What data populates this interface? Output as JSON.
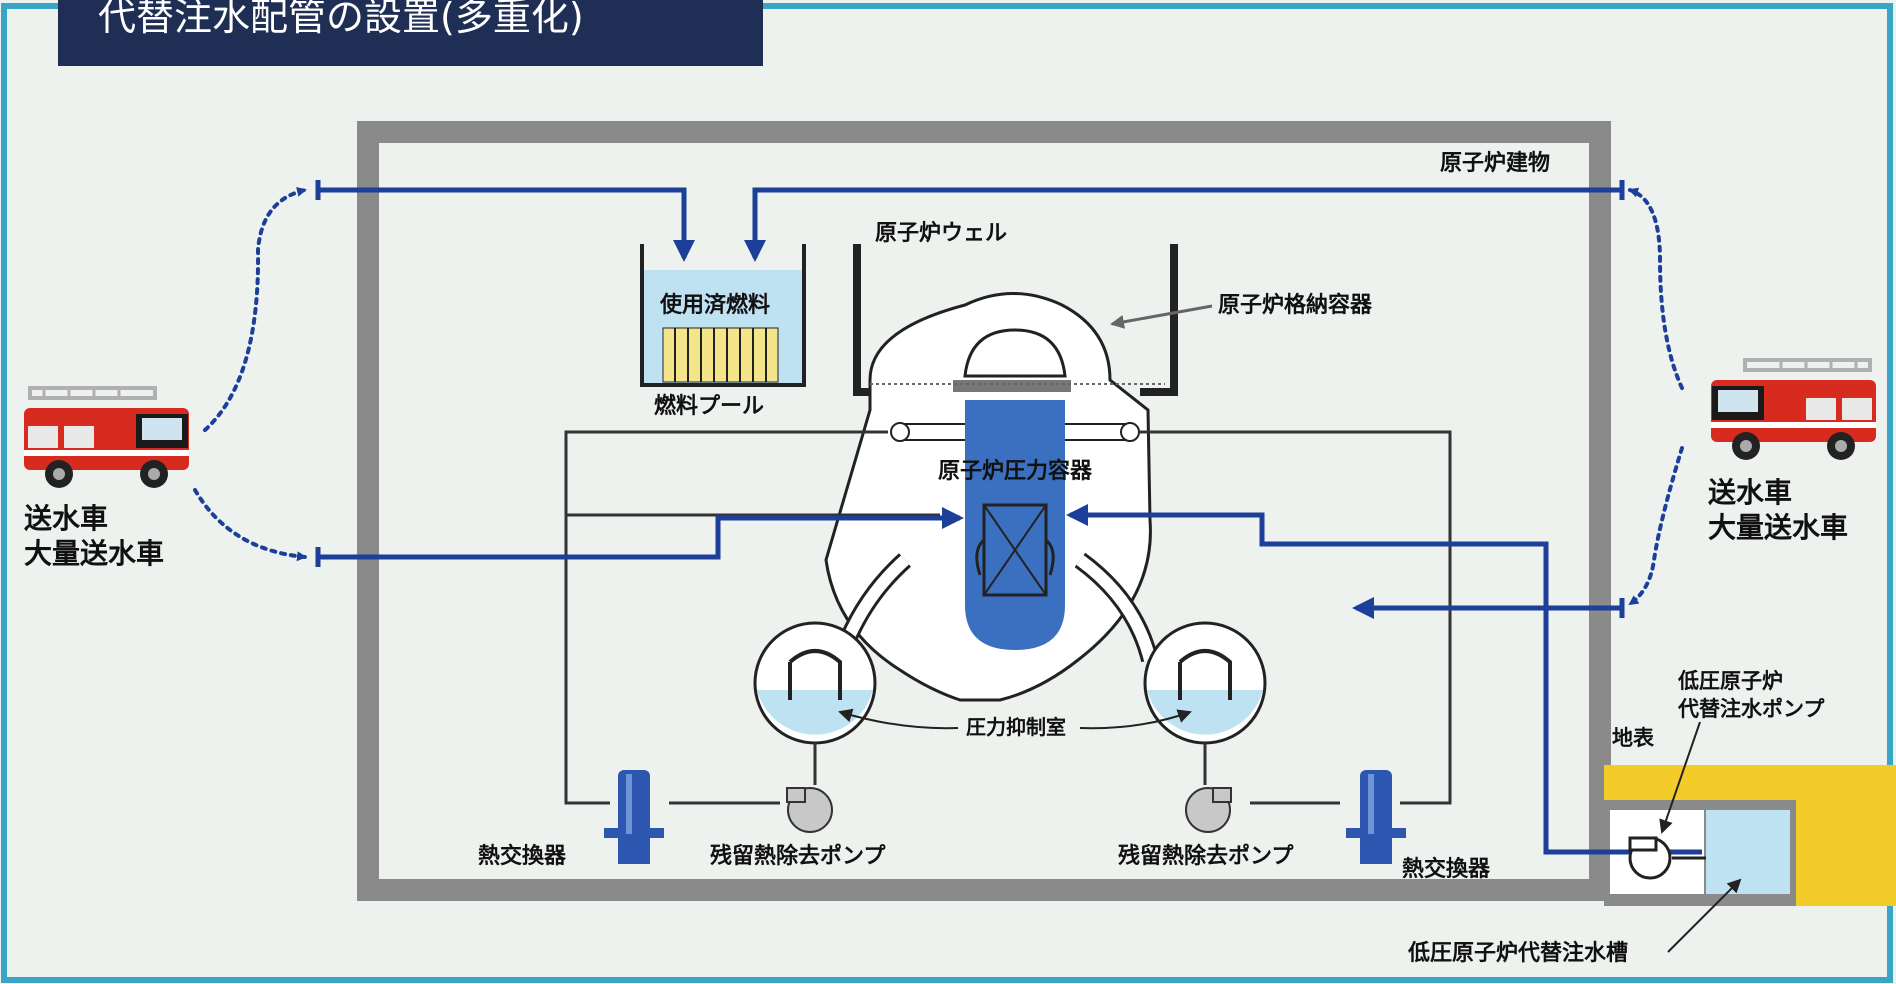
{
  "title": "代替注水配管の設置(多重化)",
  "labels": {
    "reactor_building": "原子炉建物",
    "reactor_well": "原子炉ウェル",
    "containment_vessel": "原子炉格納容器",
    "spent_fuel": "使用済燃料",
    "fuel_pool": "燃料プール",
    "pressure_vessel": "原子炉圧力容器",
    "suppression_chamber": "圧力抑制室",
    "heat_exchanger_left": "熱交換器",
    "heat_exchanger_right": "熱交換器",
    "rhr_pump_left": "残留熱除去ポンプ",
    "rhr_pump_right": "残留熱除去ポンプ",
    "ground_surface": "地表",
    "lp_pump_line1": "低圧原子炉",
    "lp_pump_line2": "代替注水ポンプ",
    "lp_tank": "低圧原子炉代替注水槽",
    "truck_left_line1": "送水車",
    "truck_left_line2": "大量送水車",
    "truck_right_line1": "送水車",
    "truck_right_line2": "大量送水車"
  },
  "colors": {
    "frame_border": "#3aa5c8",
    "title_bg": "#1f2e55",
    "building_wall": "#8a8a8a",
    "pipe_blue": "#1c3f9a",
    "pipe_black": "#333333",
    "water": "#bfe2f2",
    "rpv_blue": "#3b70c0",
    "fuel_rods": "#f5e58a",
    "ground_yellow": "#f3cc2a",
    "truck_red": "#d62b1e"
  },
  "icons": [
    "fire-truck-icon",
    "pump-icon",
    "heat-exchanger-icon",
    "reactor-core-icon"
  ]
}
